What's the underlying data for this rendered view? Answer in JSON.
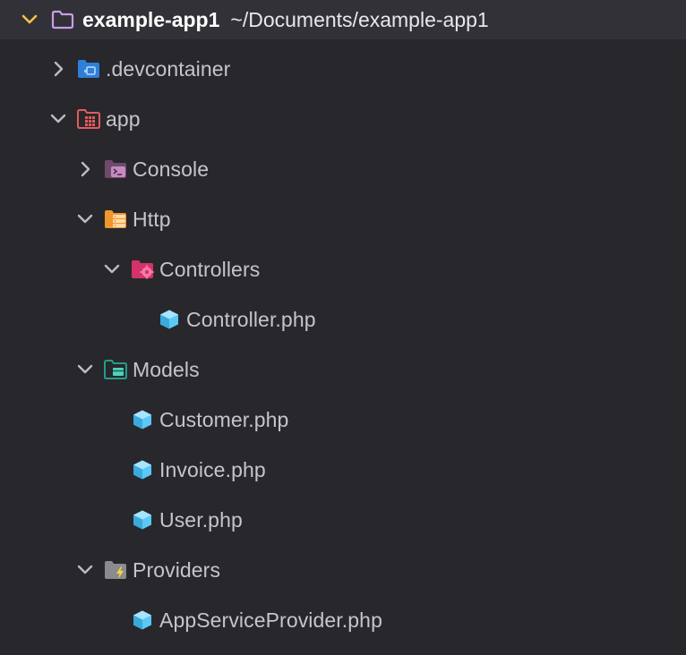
{
  "root": {
    "name": "example-app1",
    "path": "~/Documents/example-app1",
    "icon": "folder-outline-icon",
    "expanded": true
  },
  "items": [
    {
      "label": ".devcontainer",
      "type": "folder",
      "icon": "devcontainer-folder-icon",
      "expanded": false
    },
    {
      "label": "app",
      "type": "folder",
      "icon": "app-folder-icon",
      "expanded": true
    },
    {
      "label": "Console",
      "type": "folder",
      "icon": "console-folder-icon",
      "expanded": false
    },
    {
      "label": "Http",
      "type": "folder",
      "icon": "http-folder-icon",
      "expanded": true
    },
    {
      "label": "Controllers",
      "type": "folder",
      "icon": "controllers-folder-icon",
      "expanded": true
    },
    {
      "label": "Controller.php",
      "type": "file",
      "icon": "php-file-icon"
    },
    {
      "label": "Models",
      "type": "folder",
      "icon": "models-folder-icon",
      "expanded": true
    },
    {
      "label": "Customer.php",
      "type": "file",
      "icon": "php-file-icon"
    },
    {
      "label": "Invoice.php",
      "type": "file",
      "icon": "php-file-icon"
    },
    {
      "label": "User.php",
      "type": "file",
      "icon": "php-file-icon"
    },
    {
      "label": "Providers",
      "type": "folder",
      "icon": "providers-folder-icon",
      "expanded": true
    },
    {
      "label": "AppServiceProvider.php",
      "type": "file",
      "icon": "php-file-icon"
    }
  ],
  "colors": {
    "background": "#28272c",
    "root_row": "#323137",
    "root_chevron": "#f0c54a",
    "root_folder": "#c79ee8",
    "text": "#c6c5c9",
    "chevron": "#bdbcc1",
    "php_cube": "#5bc8f5",
    "devcontainer_folder": "#2f7fd6",
    "app_folder": "#e35b5b",
    "console_folder": "#9c6a96",
    "http_folder": "#f0962e",
    "controllers_folder": "#d4336a",
    "models_folder": "#1f9e8a",
    "providers_folder": "#8b8b8f"
  }
}
